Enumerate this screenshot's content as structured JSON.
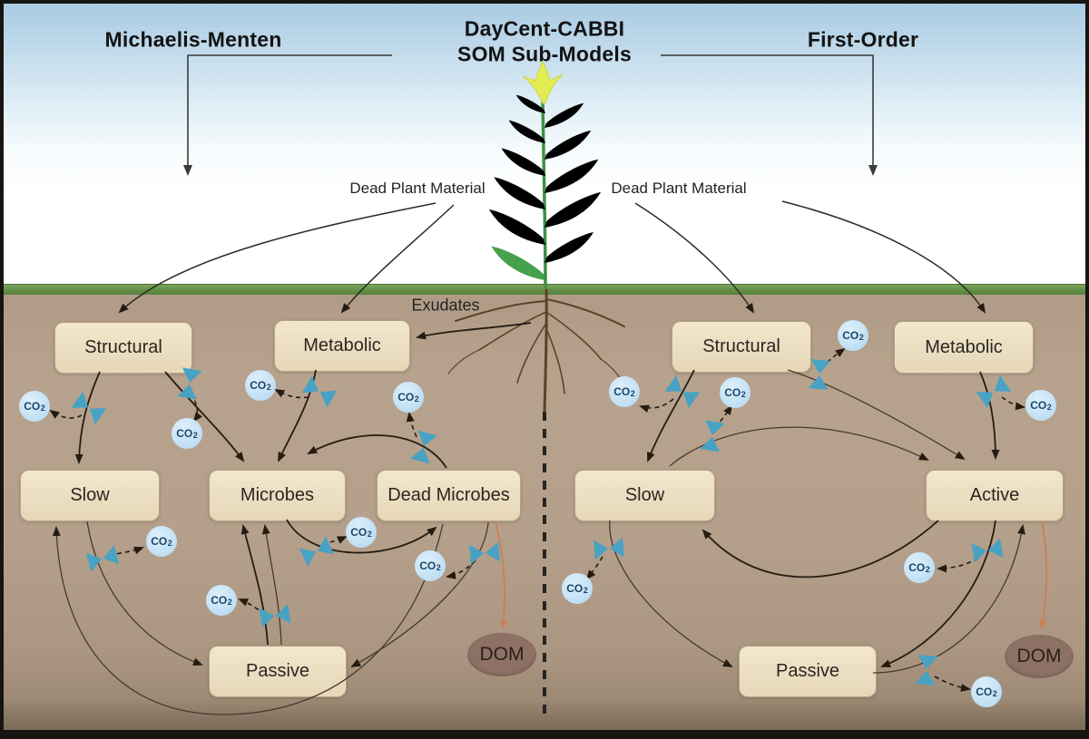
{
  "header": {
    "left_model_title": "Michaelis-Menten",
    "center_title_line1": "DayCent-CABBI",
    "center_title_line2": "SOM Sub-Models",
    "right_model_title": "First-Order"
  },
  "surface_labels": {
    "dead_plant_material_left": "Dead Plant Material",
    "dead_plant_material_right": "Dead Plant Material",
    "exudates": "Exudates"
  },
  "gas_badge": {
    "formula_base": "CO",
    "formula_subscript": "2"
  },
  "michaelis_menten_model": {
    "pools": {
      "structural": "Structural",
      "metabolic": "Metabolic",
      "slow": "Slow",
      "microbes": "Microbes",
      "dead_microbes": "Dead Microbes",
      "passive": "Passive"
    },
    "dom_label": "DOM"
  },
  "first_order_model": {
    "pools": {
      "structural": "Structural",
      "metabolic": "Metabolic",
      "slow": "Slow",
      "active": "Active",
      "passive": "Passive"
    },
    "dom_label": "DOM"
  },
  "colors": {
    "valve_teal": "#48a2c4",
    "co2_circle_fill": "#c6e3f6",
    "co2_text": "#1b4468",
    "pool_box_fill": "#ecdfc3",
    "dom_fill": "#8d7164",
    "dom_arrow_orange": "#c8805a",
    "grass_green": "#669348",
    "soil_brown": "#b3a08b",
    "sky_blue": "#aecfe6",
    "arrow_dark": "#241c12"
  }
}
